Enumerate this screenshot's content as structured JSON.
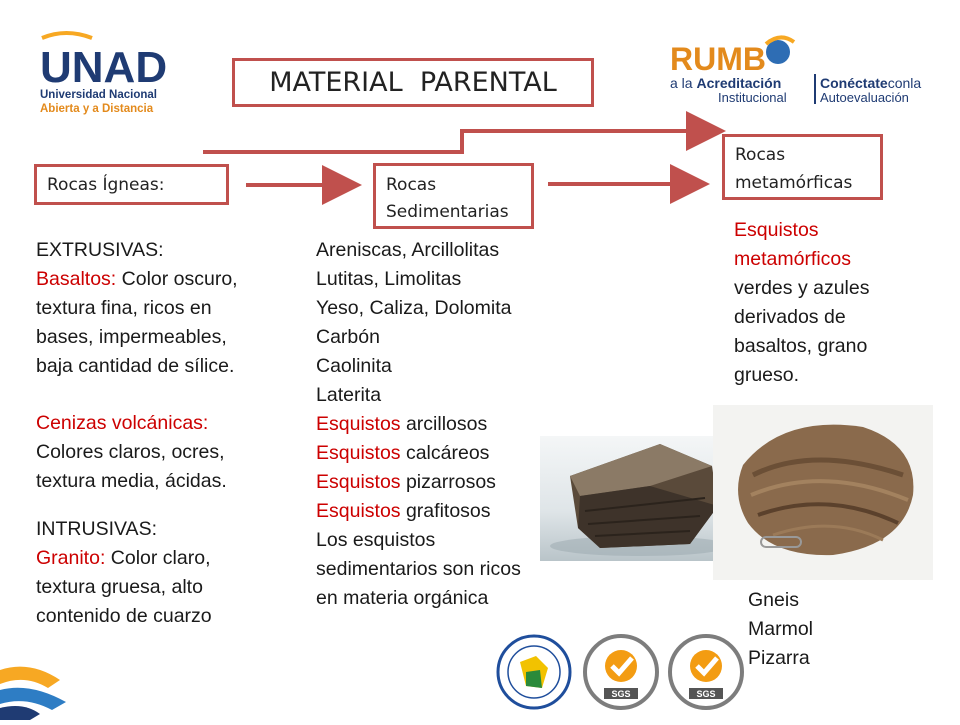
{
  "logos": {
    "unad": {
      "mark": "UNAD",
      "line1": "Universidad Nacional",
      "line2": "Abierta y a Distancia"
    },
    "rumbo": {
      "mark": "RUMB",
      "line1a": "a la ",
      "line1b": "Acreditación",
      "line2": "Institucional",
      "right1a": "Conéctate",
      "right1b": "conla",
      "right2": "Autoevaluación"
    }
  },
  "title": "MATERIAL  PARENTAL",
  "boxes": {
    "igneas": "Rocas Ígneas:",
    "sedimentarias_1": "Rocas",
    "sedimentarias_2": "Sedimentarias",
    "metamorficas_1": "Rocas",
    "metamorficas_2": "metamórficas"
  },
  "igneas": {
    "extrusivas_heading": "EXTRUSIVAS:",
    "basaltos_term": "Basaltos:",
    "basaltos_l1": " Color oscuro,",
    "basaltos_l2": "textura fina, ricos en",
    "basaltos_l3": "bases, impermeables,",
    "basaltos_l4": "baja cantidad de sílice.",
    "cenizas_term": "Cenizas volcánicas:",
    "cenizas_l1": "Colores claros, ocres,",
    "cenizas_l2": "textura media, ácidas.",
    "intrusivas_heading": "INTRUSIVAS:",
    "granito_term": "Granito:",
    "granito_l1": " Color claro,",
    "granito_l2": "textura gruesa, alto",
    "granito_l3": "contenido de cuarzo"
  },
  "sedimentarias": {
    "l1": "Areniscas, Arcillolitas",
    "l2": "Lutitas, Limolitas",
    "l3": "Yeso, Caliza, Dolomita",
    "l4": "Carbón",
    "l5": "Caolinita",
    "l6": "Laterita",
    "esq_term": "Esquistos",
    "esq1": " arcillosos",
    "esq2": " calcáreos",
    "esq3": " pizarrosos",
    "esq4": " grafitosos",
    "note1": "Los esquistos",
    "note2": "sedimentarios son ricos",
    "note3": "en materia orgánica"
  },
  "metamorficas": {
    "term1": "Esquistos",
    "term2": "metamórficos",
    "l1": "verdes y azules",
    "l2": "derivados de",
    "l3": "basaltos, grano",
    "l4": "grueso.",
    "list1": "Gneis",
    "list2": "Marmol",
    "list3": "Pizarra"
  },
  "seals": {
    "sgs": "SGS"
  },
  "colors": {
    "accent": "#c0504d",
    "term_red": "#cc0000",
    "unad_blue": "#1f3b73",
    "unad_orange": "#f7a823"
  }
}
